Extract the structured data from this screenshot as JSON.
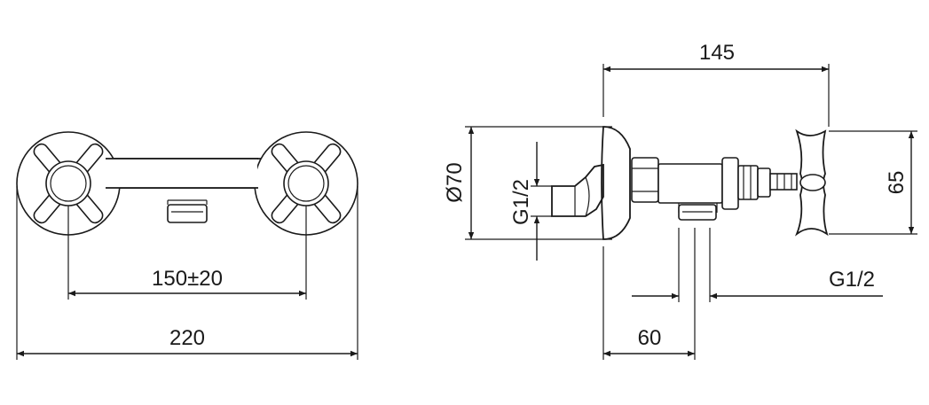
{
  "diagram": {
    "front_view": {
      "dim_centers": "150±20",
      "dim_total_width": "220"
    },
    "side_view": {
      "dim_total_depth": "145",
      "dim_rosette_diameter": "Ø70",
      "dim_inlet_thread": "G1/2",
      "dim_handle_height": "65",
      "dim_outlet_thread": "G1/2",
      "dim_outlet_offset": "60"
    }
  }
}
